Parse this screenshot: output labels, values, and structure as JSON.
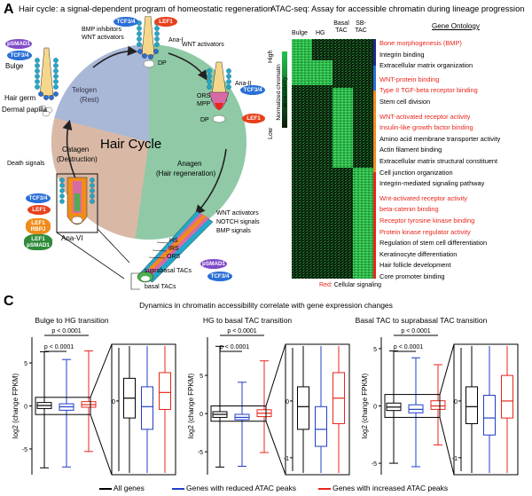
{
  "panel_a": {
    "letter": "A",
    "title": "Hair cycle: a signal-dependent program of homeostatic regeneration",
    "center": "Hair Cycle",
    "phases": {
      "telogen": "Telogen",
      "telogen_sub": "(Rest)",
      "anagen": "Anagen",
      "anagen_sub": "(Hair regeneration)",
      "catagen": "Catagen",
      "catagen_sub": "(Destruction)"
    },
    "signals": {
      "bmp_inhib": "BMP inhibitors",
      "wnt_act1": "WNT activators",
      "wnt_act2": "WNT activators",
      "wnt_act3": "WNT activators",
      "notch": "NOTCH signals",
      "bmp": "BMP signals",
      "death": "Death signals"
    },
    "labels": {
      "bulge": "Bulge",
      "hair_germ": "Hair germ",
      "dermal_papilla": "Dermal papilla",
      "ana1": "Ana-I",
      "ana2": "Ana-II",
      "ana6": "Ana-VI",
      "ors": "ORS",
      "mpp": "MPP",
      "dp": "DP",
      "dp2": "DP",
      "hs": "HS",
      "irs": "IRS",
      "ors2": "ORS",
      "suprabasal": "suprabasal TACs",
      "basal": "basal TACs"
    },
    "badges": {
      "psmad1": "pSMAD1",
      "tcf34": "TCF3/4",
      "lef1": "LEF1",
      "rbpj": "RBPJ",
      "lef1_psmad1": "LEF1 pSMAD1"
    }
  },
  "panel_atac": {
    "title": "ATAC-seq: Assay for accessible chromatin during lineage progression",
    "columns": [
      "Bulge",
      "HG",
      "Basal TAC",
      "SB-TAC"
    ],
    "colorbar_label": "Normalized chromatin accessibility",
    "colorbar_high": "High",
    "colorbar_low": "Low",
    "gene_ontology_header": "Gene Ontology",
    "groups": [
      {
        "color": "#1f2a8a",
        "terms": [
          {
            "t": "Bone morphogenesis (BMP)",
            "red": true
          },
          {
            "t": "Integrin binding",
            "red": false
          },
          {
            "t": "Extracellular matrix organization",
            "red": false
          }
        ]
      },
      {
        "color": "#2a6fd6",
        "terms": [
          {
            "t": "WNT-protein binding",
            "red": true
          },
          {
            "t": "Type II TGF-beta receptor binding",
            "red": true
          },
          {
            "t": "Stem cell division",
            "red": false
          }
        ]
      },
      {
        "color": "#f08c1a",
        "terms": [
          {
            "t": "WNT-activated receptor activity",
            "red": true
          },
          {
            "t": "Insulin-like growth factor binding",
            "red": true
          },
          {
            "t": "Amino acid membrane transporter activity",
            "red": false
          },
          {
            "t": "Actin filament binding",
            "red": false
          },
          {
            "t": "Extracellular matrix structural constituent",
            "red": false
          },
          {
            "t": "Cell junction organization",
            "red": false
          },
          {
            "t": "Integrin-mediated signaling pathway",
            "red": false
          }
        ]
      },
      {
        "color": "#e8261c",
        "terms": [
          {
            "t": "Wnt-activated receptor activity",
            "red": true
          },
          {
            "t": "beta-catenin binding",
            "red": true
          },
          {
            "t": "Receptor tyrosine kinase binding",
            "red": true
          },
          {
            "t": "Protein kinase regulator activity",
            "red": true
          },
          {
            "t": "Regulation of stem cell differentiation",
            "red": false
          },
          {
            "t": "Keratinocyte differentiation",
            "red": false
          },
          {
            "t": "Hair follicle development",
            "red": false
          },
          {
            "t": "Core promoter binding",
            "red": false
          }
        ]
      }
    ],
    "footnote_red": "Red:",
    "footnote_rest": " Cellular signaling"
  },
  "panel_c": {
    "letter": "C",
    "title": "Dynamics in chromatin accessibility correlate with gene expression changes",
    "ylabel": "log2 (change FPKM)",
    "legend": [
      {
        "name": "All genes",
        "color": "#000000"
      },
      {
        "name": "Genes with reduced ATAC peaks",
        "color": "#1f3fc8"
      },
      {
        "name": "Genes with increased ATAC peaks",
        "color": "#e8261c"
      }
    ]
  },
  "chart_data": [
    {
      "type": "box",
      "title": "Bulge to HG transition",
      "ylabel": "log2 (change FPKM)",
      "ylim": [
        -8,
        8
      ],
      "yticks": [
        -5,
        0,
        5
      ],
      "annotations": [
        "p < 0.0001",
        "p < 0.0001"
      ],
      "series": [
        {
          "name": "All genes",
          "whisker_low": -7.2,
          "q1": -0.3,
          "median": 0.05,
          "q3": 0.4,
          "whisker_high": 6.3
        },
        {
          "name": "Genes with reduced ATAC peaks",
          "whisker_low": -7.1,
          "q1": -0.5,
          "median": -0.1,
          "q3": 0.25,
          "whisker_high": 5.4
        },
        {
          "name": "Genes with increased ATAC peaks",
          "whisker_low": -5.3,
          "q1": -0.15,
          "median": 0.15,
          "q3": 0.5,
          "whisker_high": 6.4
        }
      ],
      "zoom_yticks": [
        0
      ]
    },
    {
      "type": "box",
      "title": "HG to basal TAC transition",
      "ylabel": "log2 (change FPKM)",
      "ylim": [
        -8,
        10
      ],
      "yticks": [
        -5,
        0,
        5
      ],
      "annotations": [
        "p < 0.0001",
        "p < 0.0001"
      ],
      "series": [
        {
          "name": "All genes",
          "whisker_low": -7.0,
          "q1": -0.5,
          "median": -0.1,
          "q3": 0.25,
          "whisker_high": 8.8
        },
        {
          "name": "Genes with reduced ATAC peaks",
          "whisker_low": -6.9,
          "q1": -0.8,
          "median": -0.5,
          "q3": -0.1,
          "whisker_high": 4.1
        },
        {
          "name": "Genes with increased ATAC peaks",
          "whisker_low": -5.1,
          "q1": -0.4,
          "median": 0.05,
          "q3": 0.5,
          "whisker_high": 6.9
        }
      ],
      "zoom_yticks": [
        0,
        -1
      ]
    },
    {
      "type": "box",
      "title": "Basal TAC to suprabasal TAC transition",
      "ylabel": "log2 (change FPKM)",
      "ylim": [
        -6,
        6
      ],
      "yticks": [
        -5,
        0,
        5
      ],
      "annotations": [
        "p < 0.0001",
        "p < 0.0001"
      ],
      "series": [
        {
          "name": "All genes",
          "whisker_low": -5.0,
          "q1": -0.4,
          "median": -0.1,
          "q3": 0.25,
          "whisker_high": 4.8
        },
        {
          "name": "Genes with reduced ATAC peaks",
          "whisker_low": -5.3,
          "q1": -0.6,
          "median": -0.3,
          "q3": 0.1,
          "whisker_high": 4.2
        },
        {
          "name": "Genes with increased ATAC peaks",
          "whisker_low": -3.4,
          "q1": -0.3,
          "median": 0.0,
          "q3": 0.45,
          "whisker_high": 3.6
        }
      ],
      "zoom_yticks": [
        0,
        -1
      ]
    }
  ]
}
